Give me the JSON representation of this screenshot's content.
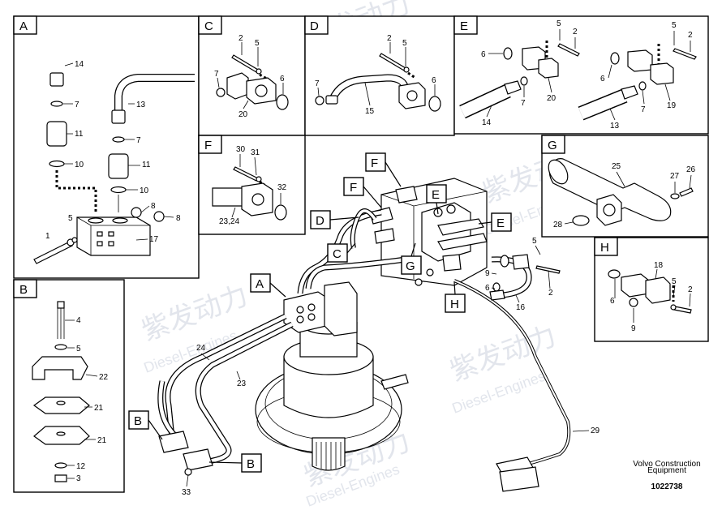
{
  "watermark": {
    "brand_cn": "紫发动力",
    "brand_en": "Diesel-Engines"
  },
  "footer": {
    "line1": "Volvo Construction",
    "line2": "Equipment",
    "drawing_number": "1022738"
  },
  "panels": {
    "A": {
      "letter": "A",
      "labels": [
        "14",
        "7",
        "11",
        "10",
        "13",
        "7",
        "11",
        "10",
        "8",
        "8",
        "5",
        "1",
        "17"
      ]
    },
    "B": {
      "letter": "B",
      "labels": [
        "4",
        "5",
        "22",
        "21",
        "21",
        "12",
        "3"
      ]
    },
    "C": {
      "letter": "C",
      "labels": [
        "2",
        "5",
        "7",
        "6",
        "20"
      ]
    },
    "D": {
      "letter": "D",
      "labels": [
        "2",
        "5",
        "7",
        "15",
        "6"
      ]
    },
    "E": {
      "letter": "E",
      "labels": [
        "5",
        "2",
        "5",
        "2",
        "6",
        "20",
        "7",
        "14",
        "6",
        "7",
        "19",
        "13"
      ]
    },
    "F": {
      "letter": "F",
      "labels": [
        "30",
        "31",
        "32",
        "23,24"
      ]
    },
    "G": {
      "letter": "G",
      "labels": [
        "25",
        "27",
        "26",
        "28"
      ]
    },
    "H": {
      "letter": "H",
      "labels": [
        "18",
        "6",
        "5",
        "2",
        "9"
      ]
    }
  },
  "main_view": {
    "callouts": [
      "F",
      "F",
      "E",
      "D",
      "E",
      "C",
      "G",
      "A",
      "H",
      "B",
      "B"
    ],
    "labels": [
      "5",
      "9",
      "6",
      "2",
      "16",
      "24",
      "23",
      "29",
      "33"
    ]
  }
}
